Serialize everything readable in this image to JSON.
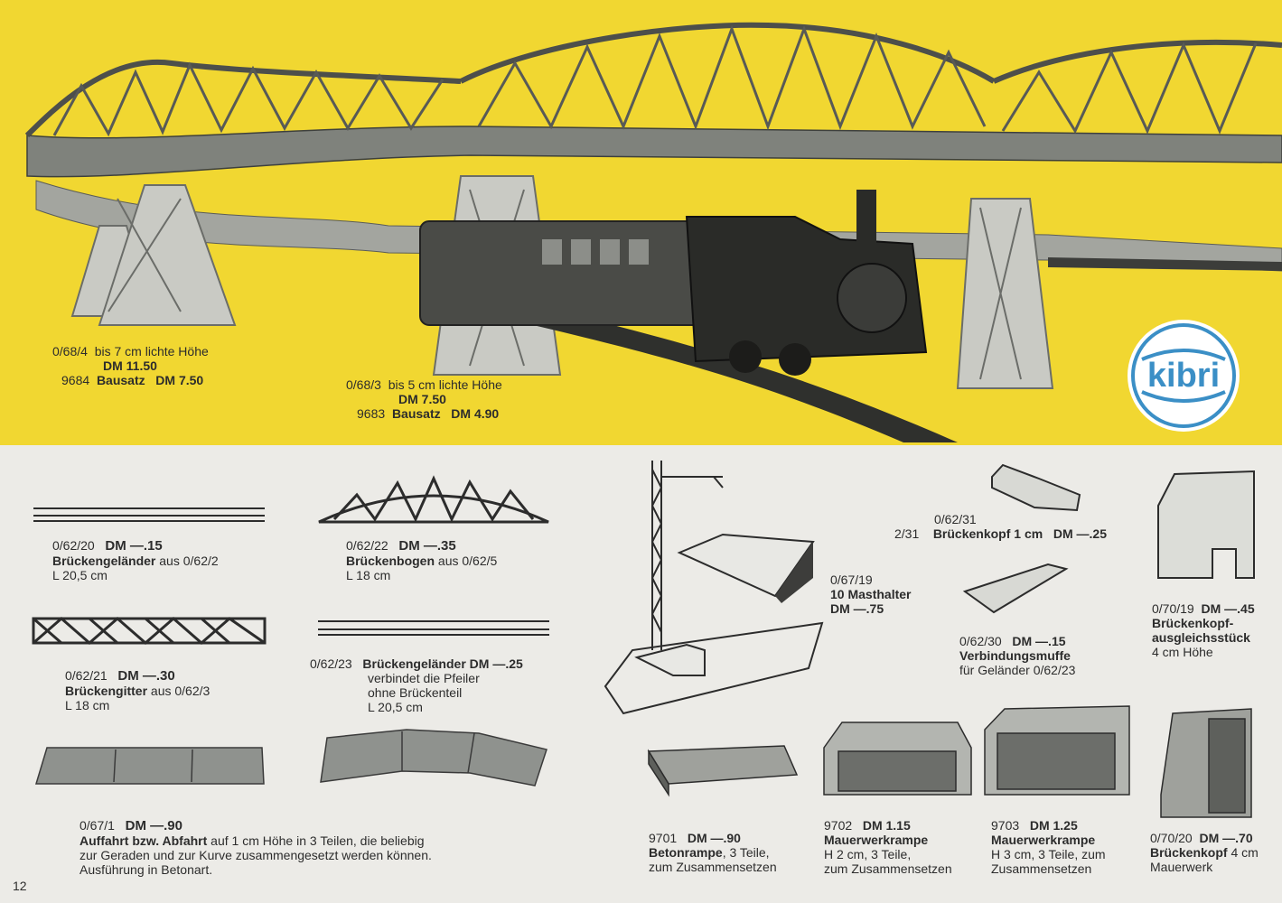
{
  "page_number": "12",
  "logo": {
    "text": "kibri",
    "color": "#3b8fc6"
  },
  "colors": {
    "yellow": "#f1d731",
    "paper": "#ecebe7",
    "model": "#8f928e"
  },
  "top": {
    "item_1": {
      "code": "0/68/4",
      "desc": "bis 7 cm lichte Höhe",
      "price": "DM 11.50",
      "kit_code": "9684",
      "kit_label": "Bausatz",
      "kit_price": "DM 7.50"
    },
    "item_2": {
      "code": "0/68/3",
      "desc": "bis 5 cm lichte Höhe",
      "price": "DM 7.50",
      "kit_code": "9683",
      "kit_label": "Bausatz",
      "kit_price": "DM 4.90"
    }
  },
  "products": {
    "p06220": {
      "code": "0/62/20",
      "price": "DM —.15",
      "name": "Brückengeländer",
      "from": "aus 0/62/2",
      "size": "L 20,5 cm"
    },
    "p06222": {
      "code": "0/62/22",
      "price": "DM —.35",
      "name": "Brückenbogen",
      "from": "aus 0/62/5",
      "size": "L 18 cm"
    },
    "p06221": {
      "code": "0/62/21",
      "price": "DM —.30",
      "name": "Brückengitter",
      "from": "aus 0/62/3",
      "size": "L 18 cm"
    },
    "p06223": {
      "code": "0/62/23",
      "name": "Brückengeländer",
      "price": "DM —.25",
      "l1": "verbindet die Pfeiler",
      "l2": "ohne Brückenteil",
      "size": "L 20,5 cm"
    },
    "p06719": {
      "code": "0/67/19",
      "name": "10 Masthalter",
      "price": "DM —.75"
    },
    "p06231": {
      "code": "0/62/31",
      "prefix": "2/31",
      "name": "Brückenkopf 1 cm",
      "price": "DM —.25"
    },
    "p06230": {
      "code": "0/62/30",
      "price": "DM —.15",
      "name": "Verbindungsmuffe",
      "desc": "für Geländer 0/62/23"
    },
    "p07019": {
      "code": "0/70/19",
      "price": "DM —.45",
      "name1": "Brückenkopf-",
      "name2": "ausgleichsstück",
      "size": "4 cm Höhe"
    },
    "p0671": {
      "code": "0/67/1",
      "price": "DM —.90",
      "name": "Auffahrt bzw. Abfahrt",
      "l1": "auf 1 cm Höhe in 3 Teilen, die beliebig",
      "l2": "zur Geraden und zur Kurve zusammengesetzt werden können.",
      "l3": "Ausführung in Betonart."
    },
    "p9701": {
      "code": "9701",
      "price": "DM —.90",
      "name": "Betonrampe",
      "l1": ", 3 Teile,",
      "l2": "zum Zusammensetzen"
    },
    "p9702": {
      "code": "9702",
      "price": "DM 1.15",
      "name": "Mauerwerkrampe",
      "l1": "H 2 cm, 3 Teile,",
      "l2": "zum Zusammensetzen"
    },
    "p9703": {
      "code": "9703",
      "price": "DM 1.25",
      "name": "Mauerwerkrampe",
      "l1": "H 3 cm, 3 Teile, zum",
      "l2": "Zusammensetzen"
    },
    "p07020": {
      "code": "0/70/20",
      "price": "DM —.70",
      "name": "Brückenkopf",
      "l1": " 4 cm",
      "l2": "Mauerwerk"
    }
  }
}
